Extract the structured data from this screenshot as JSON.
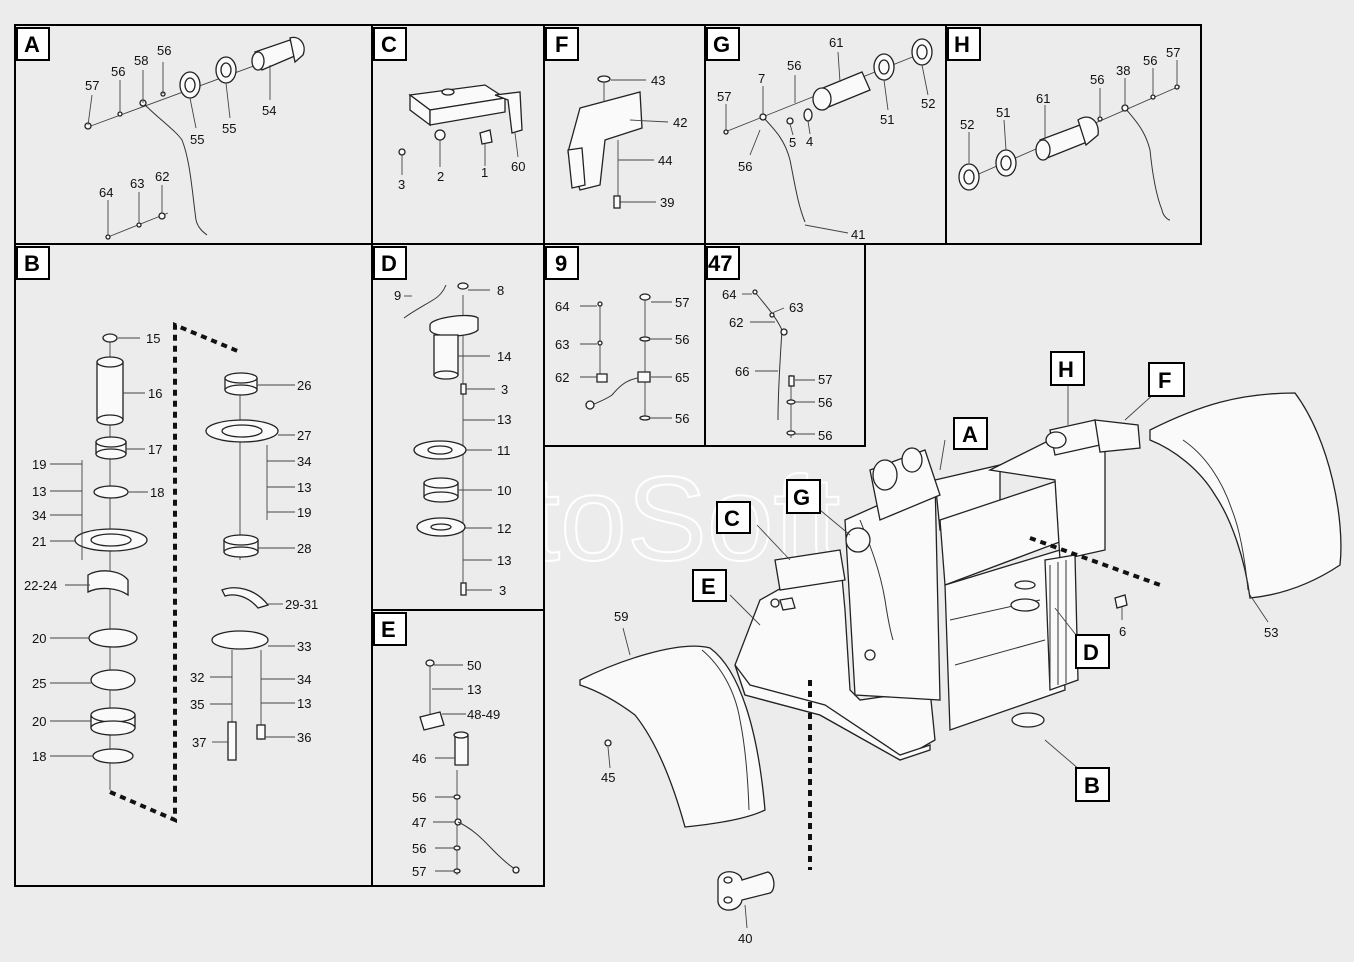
{
  "watermark": "AutoSoft",
  "panels": {
    "A": {
      "title": "A",
      "labels": [
        "57",
        "56",
        "58",
        "56",
        "54",
        "55",
        "55",
        "64",
        "63",
        "62"
      ]
    },
    "C": {
      "title": "C",
      "labels": [
        "3",
        "2",
        "1",
        "60"
      ]
    },
    "F": {
      "title": "F",
      "labels": [
        "43",
        "42",
        "44",
        "39"
      ]
    },
    "G": {
      "title": "G",
      "labels": [
        "57",
        "7",
        "56",
        "61",
        "52",
        "51",
        "5",
        "4",
        "56",
        "41"
      ]
    },
    "H": {
      "title": "H",
      "labels": [
        "52",
        "51",
        "61",
        "56",
        "38",
        "56",
        "57"
      ]
    },
    "B": {
      "title": "B",
      "labels": [
        "15",
        "16",
        "17",
        "19",
        "13",
        "34",
        "18",
        "21",
        "22-24",
        "20",
        "25",
        "20",
        "18",
        "26",
        "27",
        "34",
        "13",
        "19",
        "28",
        "29-31",
        "33",
        "32",
        "34",
        "35",
        "13",
        "37",
        "36"
      ]
    },
    "D": {
      "title": "D",
      "labels": [
        "9",
        "8",
        "14",
        "3",
        "13",
        "11",
        "10",
        "12",
        "13",
        "3"
      ]
    },
    "9": {
      "title": "9",
      "labels": [
        "64",
        "57",
        "63",
        "56",
        "62",
        "65",
        "56"
      ]
    },
    "47": {
      "title": "47",
      "labels": [
        "64",
        "63",
        "62",
        "66",
        "57",
        "56",
        "56"
      ]
    },
    "E": {
      "title": "E",
      "labels": [
        "50",
        "13",
        "48-49",
        "46",
        "56",
        "47",
        "56",
        "57"
      ]
    }
  },
  "main_labels": [
    "53",
    "6",
    "59",
    "45",
    "40"
  ],
  "callouts": [
    "A",
    "B",
    "C",
    "D",
    "E",
    "F",
    "G",
    "H"
  ]
}
